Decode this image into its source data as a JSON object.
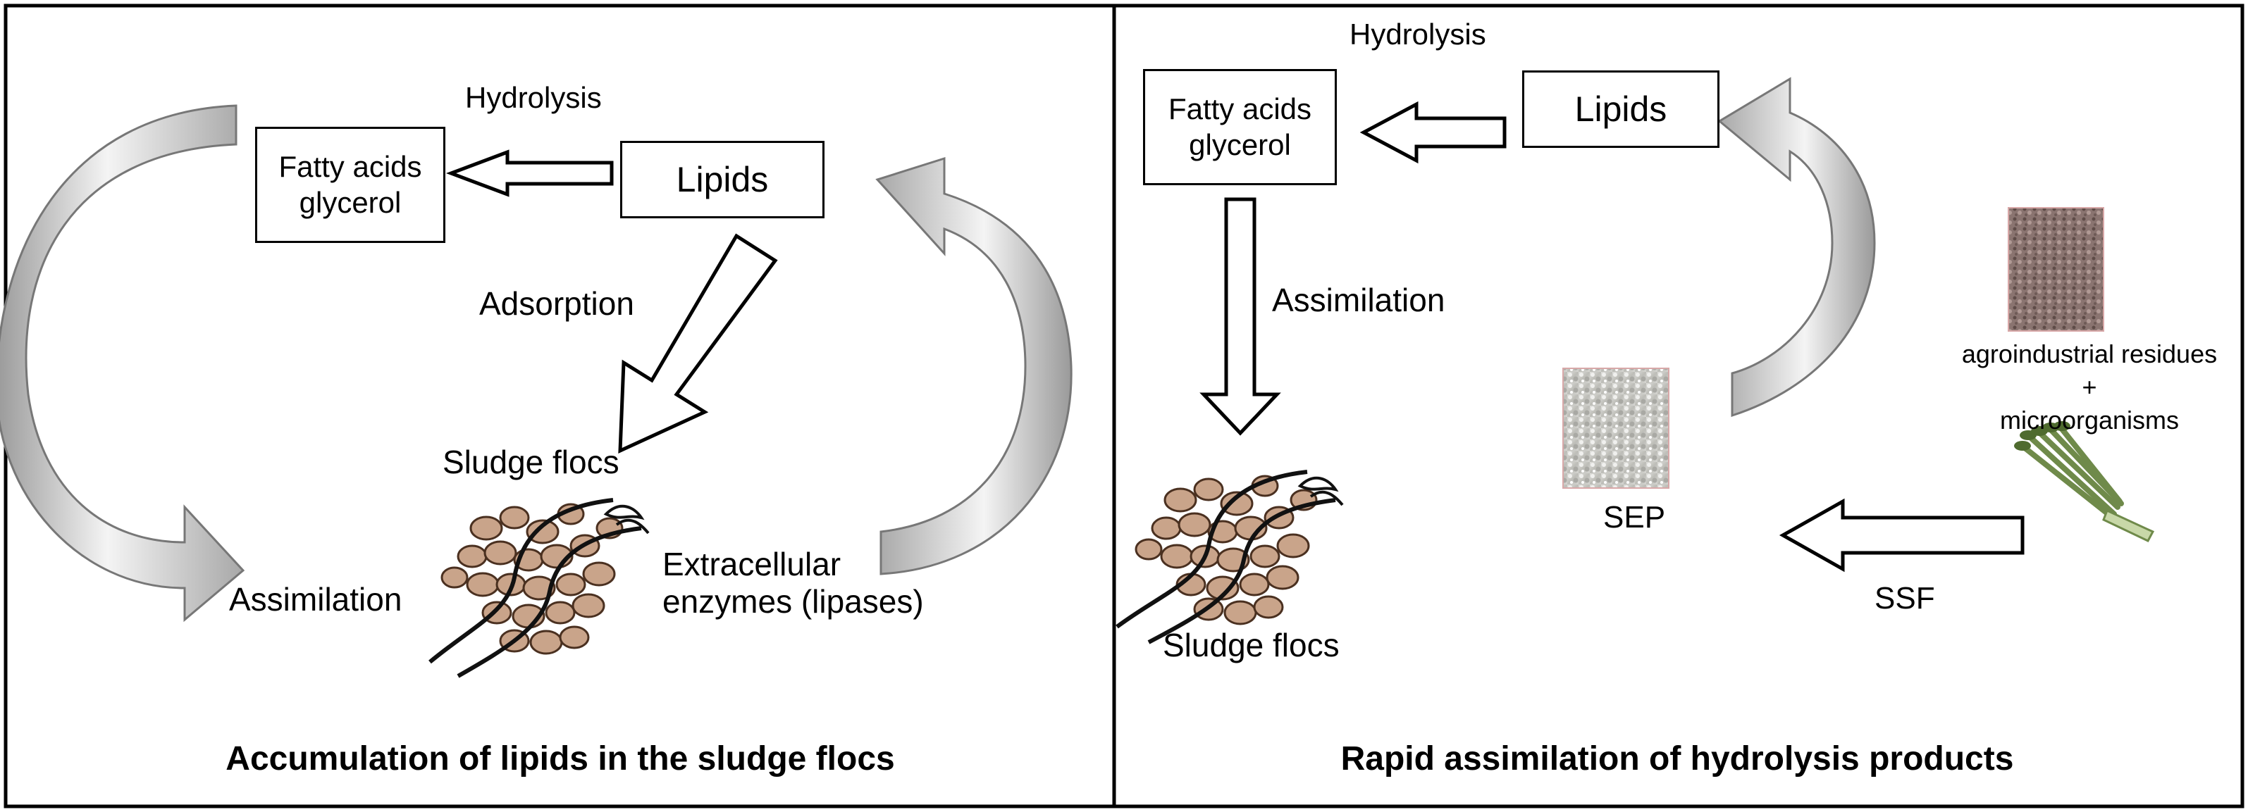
{
  "left_panel": {
    "hydrolysis": "Hydrolysis",
    "fatty_acids_line1": "Fatty acids",
    "fatty_acids_line2": "glycerol",
    "lipids": "Lipids",
    "adsorption": "Adsorption",
    "sludge_flocs": "Sludge flocs",
    "assimilation": "Assimilation",
    "enzymes_line1": "Extracellular",
    "enzymes_line2": "enzymes (lipases)",
    "caption": "Accumulation of lipids in the sludge flocs"
  },
  "right_panel": {
    "hydrolysis": "Hydrolysis",
    "fatty_acids_line1": "Fatty acids",
    "fatty_acids_line2": "glycerol",
    "lipids": "Lipids",
    "assimilation": "Assimilation",
    "sludge_flocs": "Sludge flocs",
    "residues_line1": "agroindustrial residues",
    "residues_line2": "+",
    "residues_line3": "microorganisms",
    "sep": "SEP",
    "ssf": "SSF",
    "caption": "Rapid assimilation of hydrolysis products"
  }
}
